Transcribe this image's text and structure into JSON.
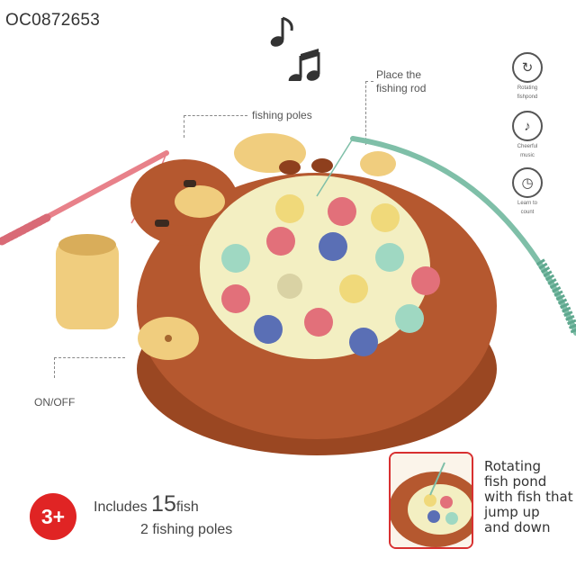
{
  "product": {
    "sku": "OC0872653"
  },
  "callouts": {
    "fishing_poles": "fishing poles",
    "place_rod_line1": "Place the",
    "place_rod_line2": "fishing rod",
    "on_off": "ON/OFF"
  },
  "features": [
    {
      "icon": "rotate-icon",
      "line1": "Rotating",
      "line2": "fishpond"
    },
    {
      "icon": "music-icon",
      "line1": "Cheerful",
      "line2": "music"
    },
    {
      "icon": "clock-icon",
      "line1": "Learn to",
      "line2": "count"
    }
  ],
  "badges": {
    "age": "3+",
    "includes_prefix": "Includes",
    "fish_count": "15",
    "fish_word": "fish",
    "poles": "2 fishing poles"
  },
  "rotating_description": {
    "line1": "Rotating",
    "line2": "fish pond",
    "line3": "with fish that",
    "line4": "jump up",
    "line5": "and down"
  },
  "colors": {
    "body_brown": "#b5582f",
    "pond_cream": "#f3efc2",
    "ear_yellow": "#f0cd7e",
    "rod_pink": "#e8818a",
    "rod_teal": "#7fbfa8",
    "age_red": "#e02424"
  }
}
